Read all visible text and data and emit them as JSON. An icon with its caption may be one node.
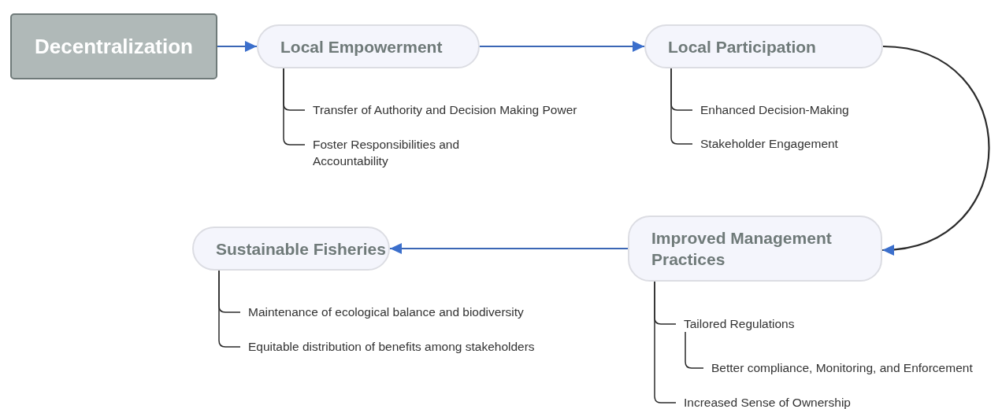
{
  "diagram": {
    "nodes": [
      {
        "text": [
          "Decentralization"
        ]
      },
      {
        "text": [
          "Local Empowerment"
        ]
      },
      {
        "text": [
          "Transfer of Authority and Decision Making Power"
        ]
      },
      {
        "text": [
          "Foster Responsibilities and Accountability"
        ]
      },
      {
        "text": [
          "Local Participation"
        ]
      },
      {
        "text": [
          "Enhanced Decision-Making"
        ]
      },
      {
        "text": [
          "Stakeholder Engagement"
        ]
      },
      {
        "text": [
          "Improved Management Practices"
        ]
      },
      {
        "text": [
          "Tailored Regulations"
        ]
      },
      {
        "text": [
          "Better compliance, Monitoring, and Enforcement"
        ]
      },
      {
        "text": [
          "Increased Sense of Ownership"
        ]
      },
      {
        "text": [
          "Sustainable Fisheries"
        ]
      },
      {
        "text": [
          "Maintenance of ecological balance and biodiversity"
        ]
      },
      {
        "text": [
          "Equitable distribution of benefits among stakeholders"
        ]
      }
    ],
    "edges": [
      {
        "from": 0,
        "to": 1,
        "arrow": "to",
        "color": "#3b66b5"
      },
      {
        "from": 1,
        "to": 4,
        "arrow": "to",
        "color": "#3b66b5"
      },
      {
        "from": 4,
        "to": 7,
        "arrow": "to"
      },
      {
        "from": 7,
        "to": 11,
        "arrow": "to",
        "color": "#3b66b5"
      },
      {
        "from": 1,
        "to": 2,
        "arrow": "none"
      },
      {
        "from": 1,
        "to": 3,
        "arrow": "none"
      },
      {
        "from": 4,
        "to": 5,
        "arrow": "none"
      },
      {
        "from": 4,
        "to": 6,
        "arrow": "none"
      },
      {
        "from": 7,
        "to": 8,
        "arrow": "none"
      },
      {
        "from": 8,
        "to": 9,
        "arrow": "none"
      },
      {
        "from": 7,
        "to": 10,
        "arrow": "none"
      },
      {
        "from": 11,
        "to": 12,
        "arrow": "none"
      },
      {
        "from": 11,
        "to": 13,
        "arrow": "none"
      }
    ]
  }
}
